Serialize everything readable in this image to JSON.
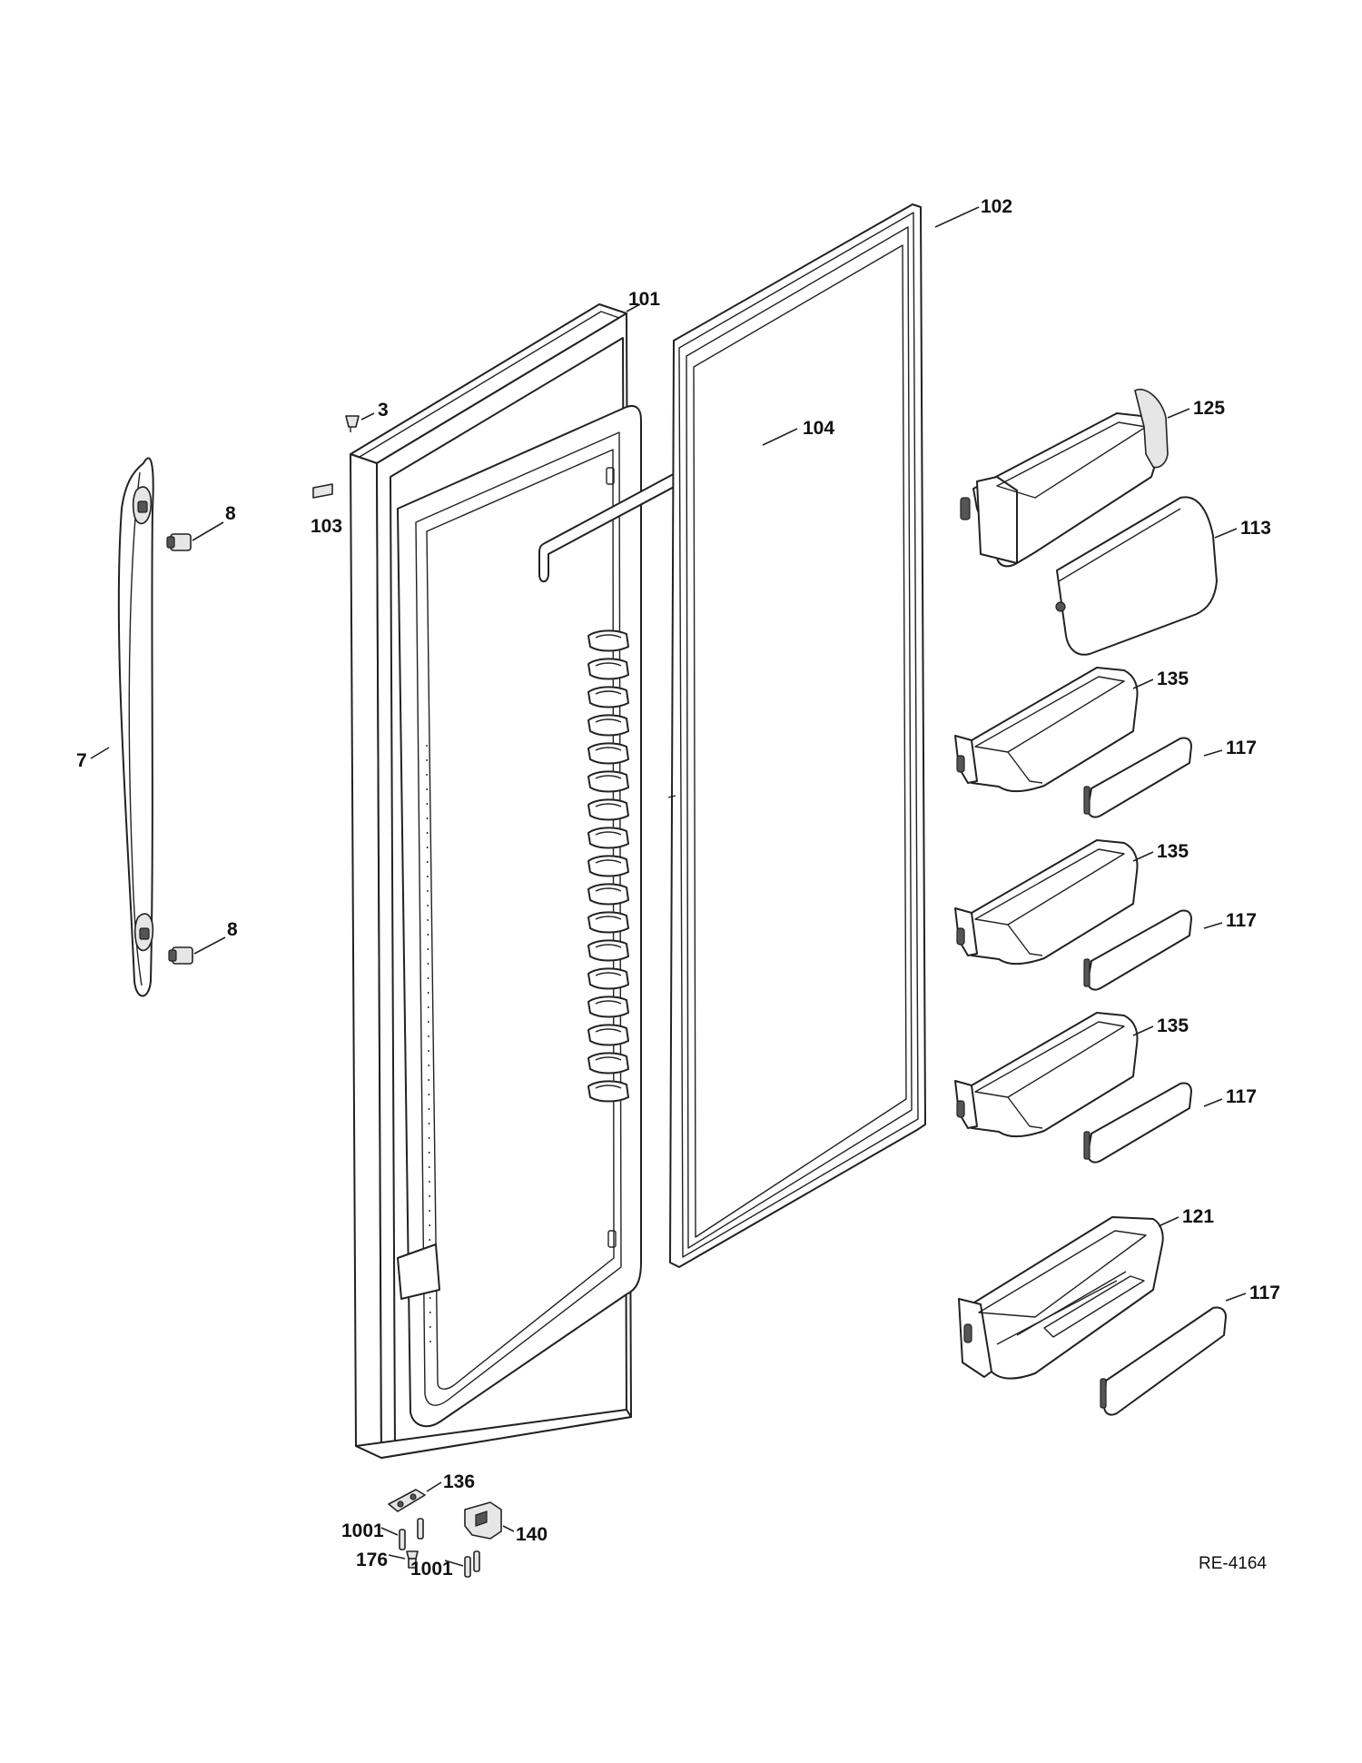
{
  "diagram": {
    "reference_code": "RE-4164",
    "callouts": [
      {
        "id": "handle",
        "label": "7"
      },
      {
        "id": "handle-screw-top",
        "label": "8"
      },
      {
        "id": "handle-screw-bottom",
        "label": "8"
      },
      {
        "id": "screw-top",
        "label": "3"
      },
      {
        "id": "door-assembly",
        "label": "101"
      },
      {
        "id": "door-gasket",
        "label": "102"
      },
      {
        "id": "label-plate",
        "label": "103"
      },
      {
        "id": "door-trim",
        "label": "104"
      },
      {
        "id": "dairy-bin",
        "label": "125"
      },
      {
        "id": "dairy-door",
        "label": "113"
      },
      {
        "id": "bin-1",
        "label": "135"
      },
      {
        "id": "bin-trim-1",
        "label": "117"
      },
      {
        "id": "bin-2",
        "label": "135"
      },
      {
        "id": "bin-trim-2",
        "label": "117"
      },
      {
        "id": "bin-3",
        "label": "135"
      },
      {
        "id": "bin-trim-3",
        "label": "117"
      },
      {
        "id": "bottom-bin",
        "label": "121"
      },
      {
        "id": "bottom-bin-trim",
        "label": "117"
      },
      {
        "id": "hinge-bracket",
        "label": "136"
      },
      {
        "id": "screw-left",
        "label": "1001"
      },
      {
        "id": "bushing",
        "label": "176"
      },
      {
        "id": "screw-bottom",
        "label": "1001"
      },
      {
        "id": "door-stop",
        "label": "140"
      }
    ]
  }
}
